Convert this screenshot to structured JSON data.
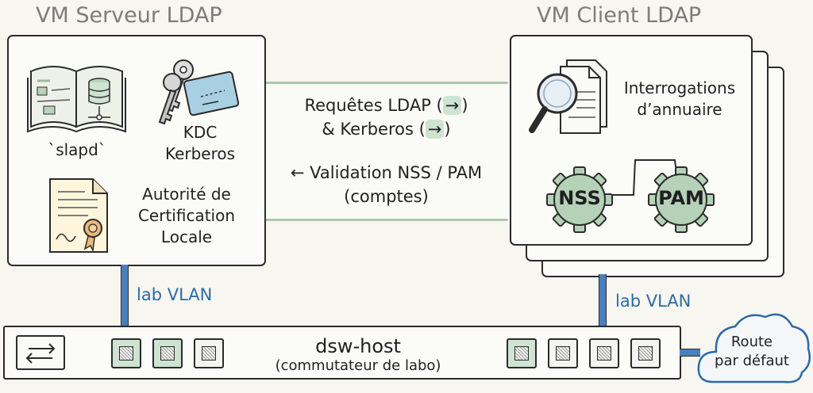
{
  "server": {
    "title": "VM Serveur LDAP",
    "slapd_label": "`slapd`",
    "kdc_label_line1": "KDC",
    "kdc_label_line2": "Kerberos",
    "ca_label_line1": "Autorité de",
    "ca_label_line2": "Certification",
    "ca_label_line3": "Locale"
  },
  "client": {
    "title": "VM Client LDAP",
    "lookup_line1": "Interrogations",
    "lookup_line2": "d’annuaire",
    "nss_label": "NSS",
    "pam_label": "PAM"
  },
  "flows": {
    "requests_line1": "Requêtes LDAP",
    "requests_arrow1": "→",
    "requests_line2": "& Kerberos",
    "requests_arrow2": "→",
    "validation_arrow": "←",
    "validation_line1": "Validation NSS / PAM",
    "validation_line2": "(comptes)"
  },
  "network": {
    "vlan_left": "lab VLAN",
    "vlan_right": "lab VLAN",
    "switch_name": "dsw-host",
    "switch_subtitle": "(commutateur de labo)",
    "switch_icon": "bidirectional-arrows-icon",
    "cloud_line1": "Route",
    "cloud_line2": "par défaut"
  },
  "colors": {
    "accent_green": "#cfe3d3",
    "vlan_blue": "#2e6aa6",
    "ink": "#2b2b2b"
  }
}
